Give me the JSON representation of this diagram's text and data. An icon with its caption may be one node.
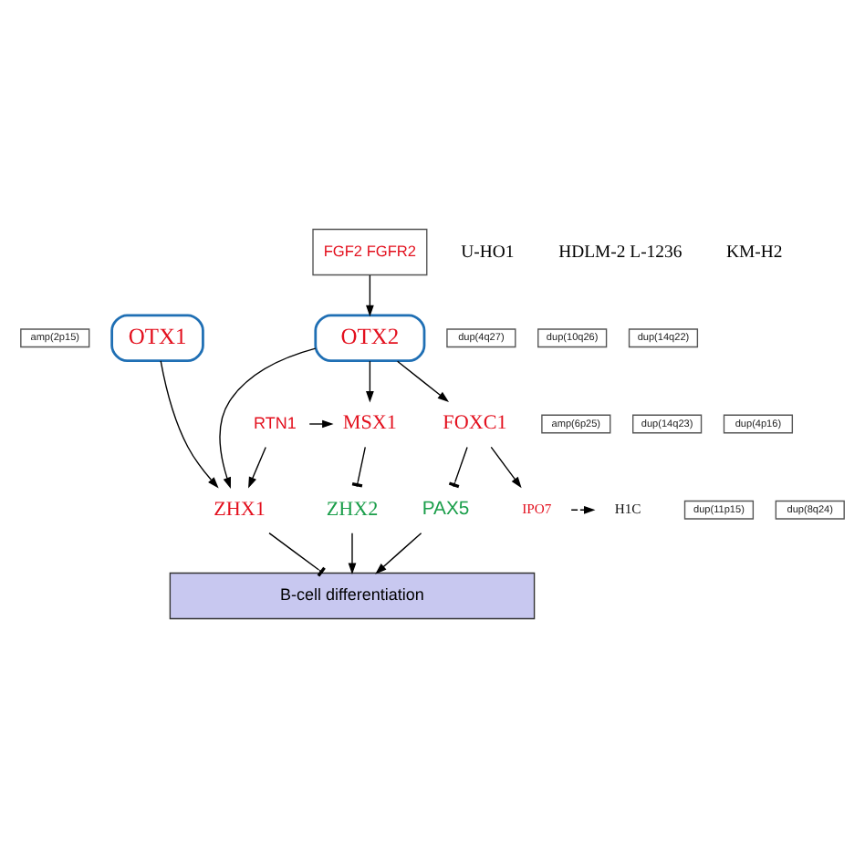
{
  "diagram": {
    "nodes": [
      {
        "text": [
          "amp(2p15)"
        ]
      },
      {
        "text": [
          "OTX1"
        ]
      },
      {
        "text": [
          "dup(4q27)"
        ]
      },
      {
        "text": [
          "FGF2 FGFR2"
        ]
      },
      {
        "text": [
          "dup(10q26)"
        ]
      },
      {
        "text": [
          "dup(14q22)"
        ]
      },
      {
        "text": [
          "OTX2"
        ]
      },
      {
        "text": [
          "amp(6p25)"
        ]
      },
      {
        "text": [
          "FOXC1"
        ]
      },
      {
        "text": [
          "dup(14q23)"
        ]
      },
      {
        "text": [
          "RTN1"
        ]
      },
      {
        "text": [
          "dup(4p16)"
        ]
      },
      {
        "text": [
          "MSX1"
        ]
      },
      {
        "text": [
          "dup(11p15)"
        ]
      },
      {
        "text": [
          "H1C"
        ]
      },
      {
        "text": [
          "IPO7"
        ]
      },
      {
        "text": [
          "dup(8q24)"
        ]
      },
      {
        "text": [
          "ZHX1"
        ]
      },
      {
        "text": [
          "ZHX2"
        ]
      },
      {
        "text": [
          "PAX5"
        ]
      },
      {
        "text": [
          "B-cell differentiation"
        ]
      }
    ],
    "edges": [
      {
        "from": 3,
        "to": 6,
        "arrow": "to"
      },
      {
        "from": 1,
        "to": 17,
        "arrow": "to"
      },
      {
        "from": 6,
        "to": 17,
        "arrow": "to"
      },
      {
        "from": 6,
        "to": 12,
        "arrow": "to"
      },
      {
        "from": 6,
        "to": 8,
        "arrow": "to"
      },
      {
        "from": 8,
        "to": 15,
        "arrow": "to"
      },
      {
        "from": 8,
        "to": 19,
        "arrow": "other"
      },
      {
        "from": 10,
        "to": 12,
        "arrow": "to"
      },
      {
        "from": 10,
        "to": 17,
        "arrow": "to"
      },
      {
        "from": 12,
        "to": 18,
        "arrow": "other"
      },
      {
        "from": 15,
        "to": 14,
        "arrow": "to",
        "style": "dashed"
      },
      {
        "from": 17,
        "to": 20,
        "arrow": "other"
      },
      {
        "from": 18,
        "to": 20,
        "arrow": "to"
      },
      {
        "from": 19,
        "to": 20,
        "arrow": "to"
      }
    ],
    "labels": [
      "U-HO1",
      "HDLM-2 L-1236",
      "KM-H2"
    ]
  }
}
